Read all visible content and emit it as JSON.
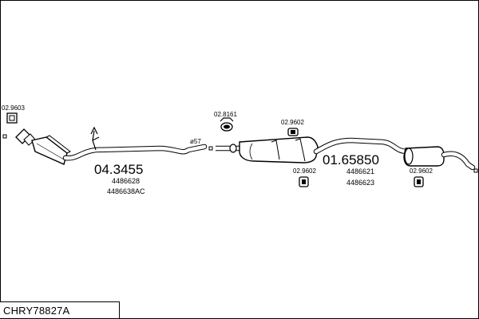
{
  "title": "CHRY78827A",
  "parts": {
    "front_pipe": {
      "code": "04.3455",
      "refs": [
        "4486628",
        "4486638AC"
      ]
    },
    "rear_silencer": {
      "code": "01.65850",
      "refs": [
        "4486621",
        "4486623"
      ]
    },
    "gasket": {
      "code": "02.9603"
    },
    "clamp": {
      "code": "02.8161"
    },
    "hanger_top": {
      "code": "02.9602"
    },
    "hanger_mid": {
      "code": "02.9602"
    },
    "hanger_rear": {
      "code": "02.9602"
    },
    "diameter": {
      "label": "ø57"
    }
  }
}
